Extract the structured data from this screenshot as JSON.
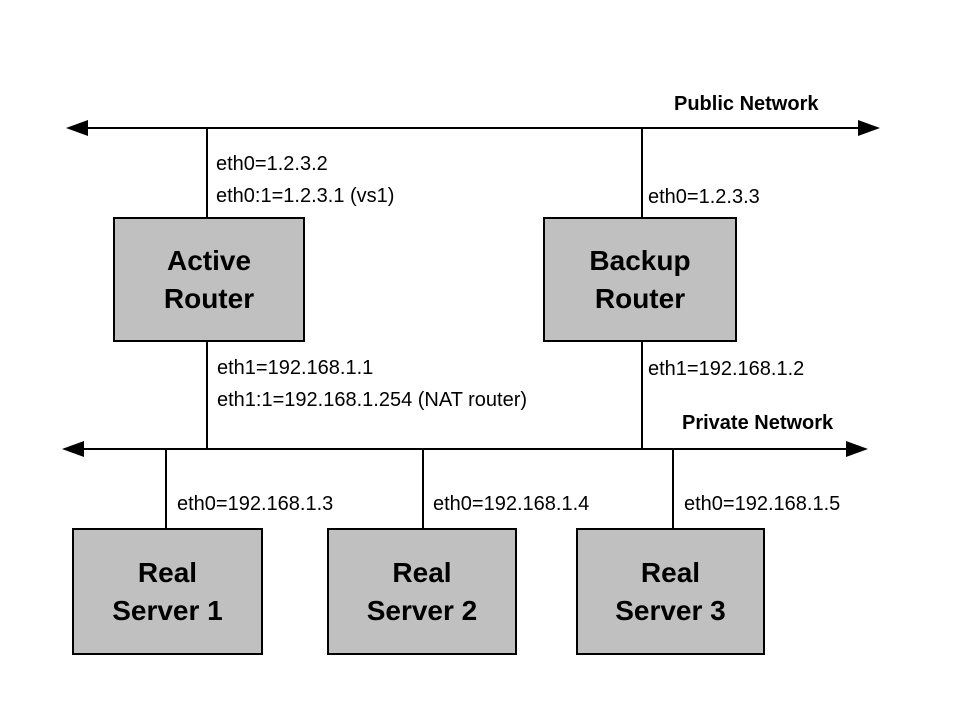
{
  "network": {
    "public_label": "Public Network",
    "private_label": "Private Network"
  },
  "routers": {
    "active": {
      "name_line1": "Active",
      "name_line2": "Router",
      "eth0": "eth0=1.2.3.2",
      "eth0_alias": "eth0:1=1.2.3.1 (vs1)",
      "eth1": "eth1=192.168.1.1",
      "eth1_alias": "eth1:1=192.168.1.254 (NAT router)"
    },
    "backup": {
      "name_line1": "Backup",
      "name_line2": "Router",
      "eth0": "eth0=1.2.3.3",
      "eth1": "eth1=192.168.1.2"
    }
  },
  "servers": {
    "rs1": {
      "name_line1": "Real",
      "name_line2": "Server 1",
      "eth0": "eth0=192.168.1.3"
    },
    "rs2": {
      "name_line1": "Real",
      "name_line2": "Server 2",
      "eth0": "eth0=192.168.1.4"
    },
    "rs3": {
      "name_line1": "Real",
      "name_line2": "Server 3",
      "eth0": "eth0=192.168.1.5"
    }
  },
  "colors": {
    "box_fill": "#c0c0c0",
    "line": "#000000",
    "background": "#ffffff"
  }
}
